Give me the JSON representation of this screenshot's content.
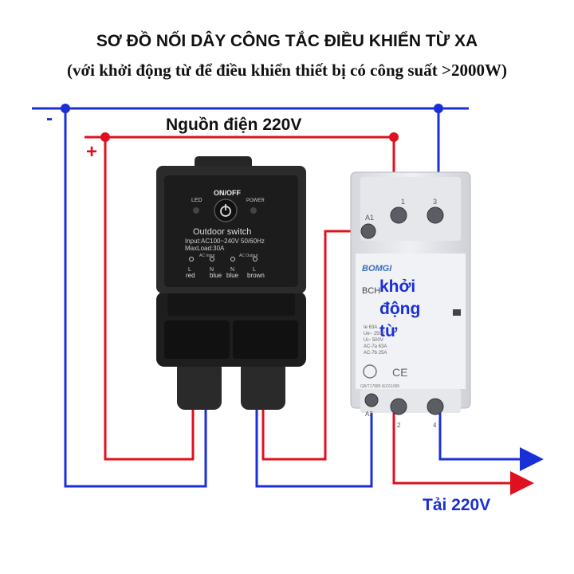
{
  "title": "SƠ ĐỒ NỐI DÂY CÔNG TẮC ĐIỀU KHIỂN TỪ XA",
  "subtitle": "(với khởi động từ để điều khiển thiết bị có công suất >2000W)",
  "power_label": "Nguồn điện 220V",
  "minus_sign": "-",
  "plus_sign": "+",
  "load_label": "Tải 220V",
  "switch": {
    "onoff": "ON/OFF",
    "led": "LED",
    "power": "POWER",
    "name": "Outdoor switch",
    "input_spec": "Input:AC100~240V 50/60Hz",
    "max_load": "MaxLoad:30A",
    "ac_input": "AC Input",
    "ac_output": "AC Output",
    "l1": "L",
    "n1": "N",
    "n2": "N",
    "l2": "L",
    "red": "red",
    "blue1": "blue",
    "blue2": "blue",
    "brown": "brown"
  },
  "contactor": {
    "label_line1": "khởi",
    "label_line2": "động",
    "label_line3": "từ",
    "brand": "BOMGI",
    "model": "BCH",
    "terminal_a1": "A1",
    "terminal_1": "1",
    "terminal_3": "3",
    "terminal_a2": "A2",
    "terminal_2": "2",
    "terminal_4": "4",
    "spec1": "Ie     63A",
    "spec2": "Ue~   250V",
    "spec3": "Ui~   500V",
    "spec4": "AC-7a   63A",
    "spec5": "AC-7b   25A",
    "ce_mark": "CE",
    "std": "GB/T17885  IEC61095"
  },
  "colors": {
    "wire_blue": "#1a2fd6",
    "wire_red": "#e0101e",
    "text_blue": "#1a2fd6",
    "text_red": "#e0101e"
  }
}
